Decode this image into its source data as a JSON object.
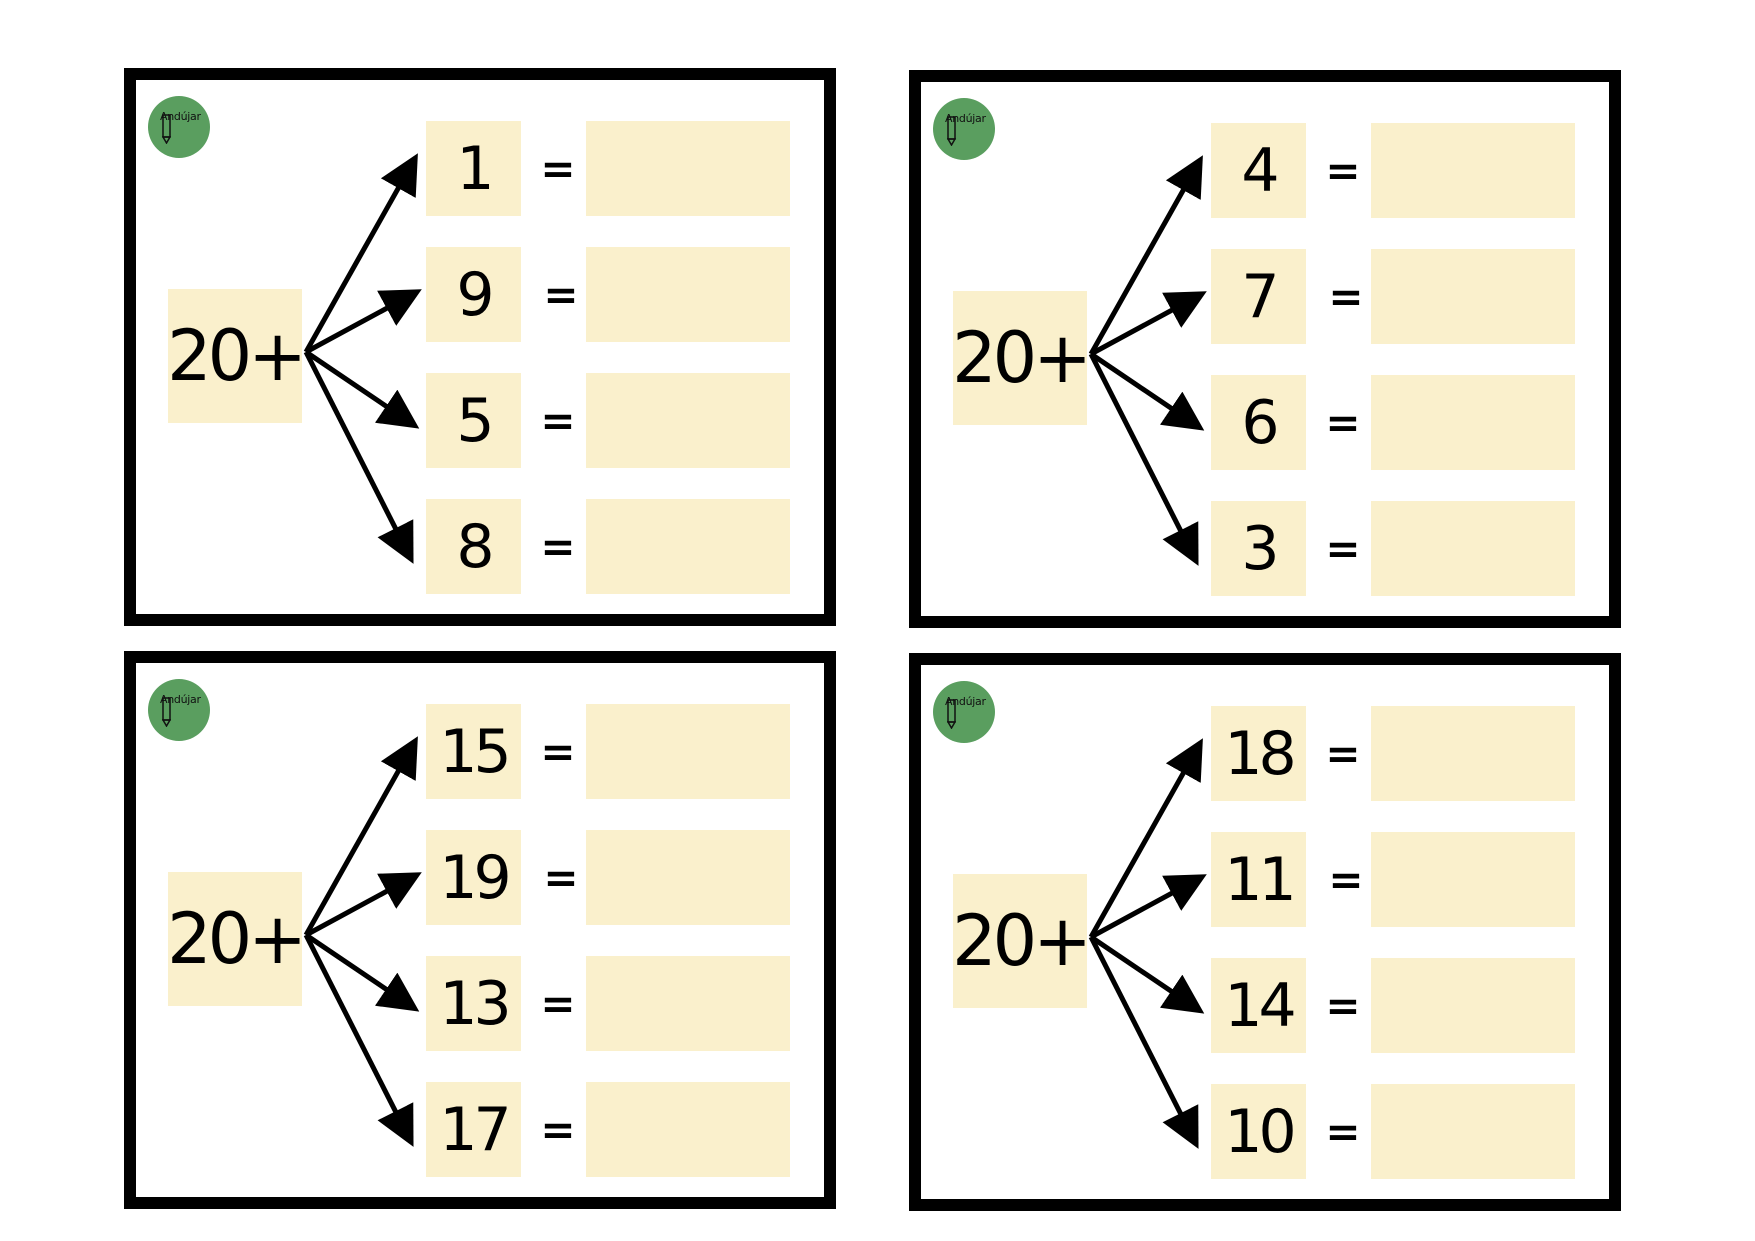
{
  "logo": {
    "text": "Andújar"
  },
  "colors": {
    "box": "#faf0cc",
    "logo": "#5a9e5f",
    "border": "#000000"
  },
  "cards": [
    {
      "base": "20+",
      "addends": [
        "1",
        "9",
        "5",
        "8"
      ],
      "equals": [
        "=",
        "=",
        "=",
        "="
      ]
    },
    {
      "base": "20+",
      "addends": [
        "4",
        "7",
        "6",
        "3"
      ],
      "equals": [
        "=",
        "=",
        "=",
        "="
      ]
    },
    {
      "base": "20+",
      "addends": [
        "15",
        "19",
        "13",
        "17"
      ],
      "equals": [
        "=",
        "=",
        "=",
        "="
      ]
    },
    {
      "base": "20+",
      "addends": [
        "18",
        "11",
        "14",
        "10"
      ],
      "equals": [
        "=",
        "=",
        "=",
        "="
      ]
    }
  ]
}
